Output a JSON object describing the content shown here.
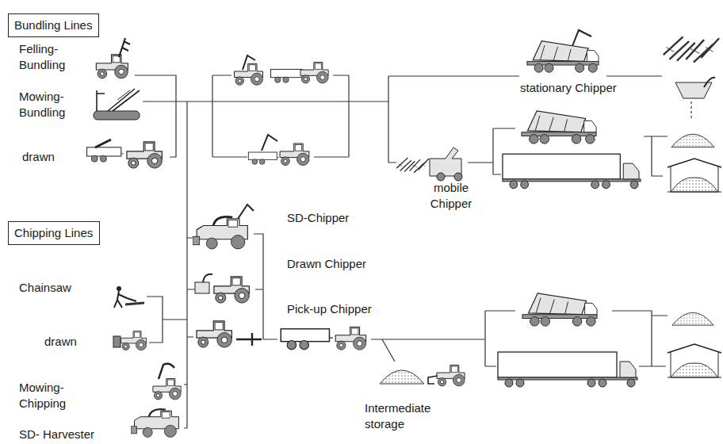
{
  "diagram": {
    "nodes": [
      {
        "text": [
          "Bundling Lines"
        ]
      },
      {
        "text": [
          "Chipping Lines"
        ]
      }
    ],
    "labels": [
      "Felling- Bundling",
      "stationary Chipper",
      "Mowing- Bundling",
      "drawn",
      "mobile Chipper",
      "SD-Chipper",
      "Drawn Chipper",
      "Chainsaw",
      "Pick-up Chipper",
      "drawn",
      "Mowing- Chipping",
      "Intermediate storage",
      "SD- Harvester"
    ]
  }
}
